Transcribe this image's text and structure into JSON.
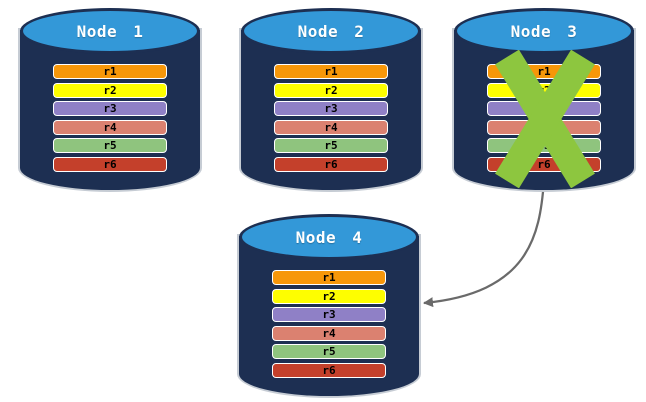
{
  "diagram": {
    "description": "Database replication failover diagram with four cylinder nodes",
    "nodes": [
      {
        "label": "Node 1",
        "failed": false
      },
      {
        "label": "Node 2",
        "failed": false
      },
      {
        "label": "Node 3",
        "failed": true
      },
      {
        "label": "Node 4",
        "failed": false
      }
    ],
    "row_labels": [
      "r1",
      "r2",
      "r3",
      "r4",
      "r5",
      "r6"
    ],
    "row_colors": [
      "#F79709",
      "#FEFE00",
      "#8F80C6",
      "#DB8170",
      "#8FC47E",
      "#C4402B"
    ],
    "colors": {
      "cylinder_body": "#1D2F52",
      "cylinder_top": "#3398D8",
      "cylinder_outline": "#C6CCD4",
      "row_border": "#FFFFFF",
      "row_text": "#000000",
      "node_label_text": "#FFFFFF",
      "failure_x": "#8DC63F",
      "arrow": "#6A6A6A"
    },
    "arrow": {
      "from": "Node 3",
      "to": "Node 4"
    }
  }
}
